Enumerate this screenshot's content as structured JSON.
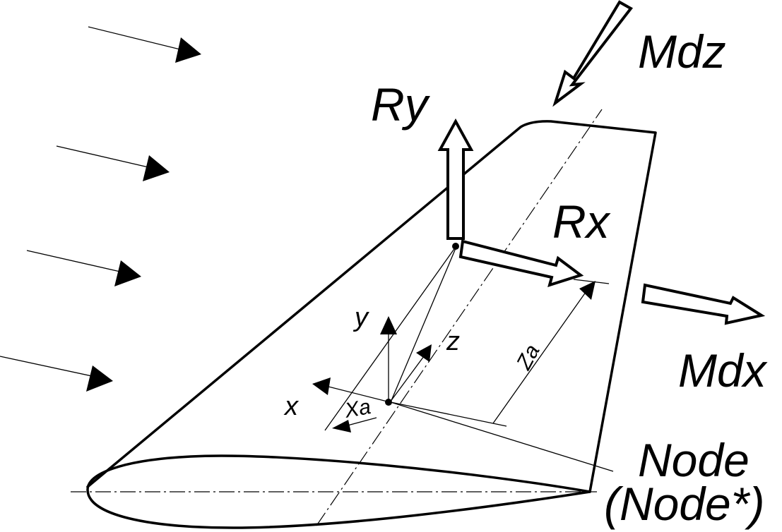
{
  "labels": {
    "mdz": "Mdz",
    "ry": "Ry",
    "rx": "Rx",
    "mdx": "Mdx",
    "y_axis": "y",
    "z_axis": "z",
    "x_axis": "x",
    "xa": "Xa",
    "za": "Za",
    "node": "Node",
    "node_star": "(Node*)"
  },
  "colors": {
    "ink": "#000000",
    "background": "#ffffff"
  }
}
